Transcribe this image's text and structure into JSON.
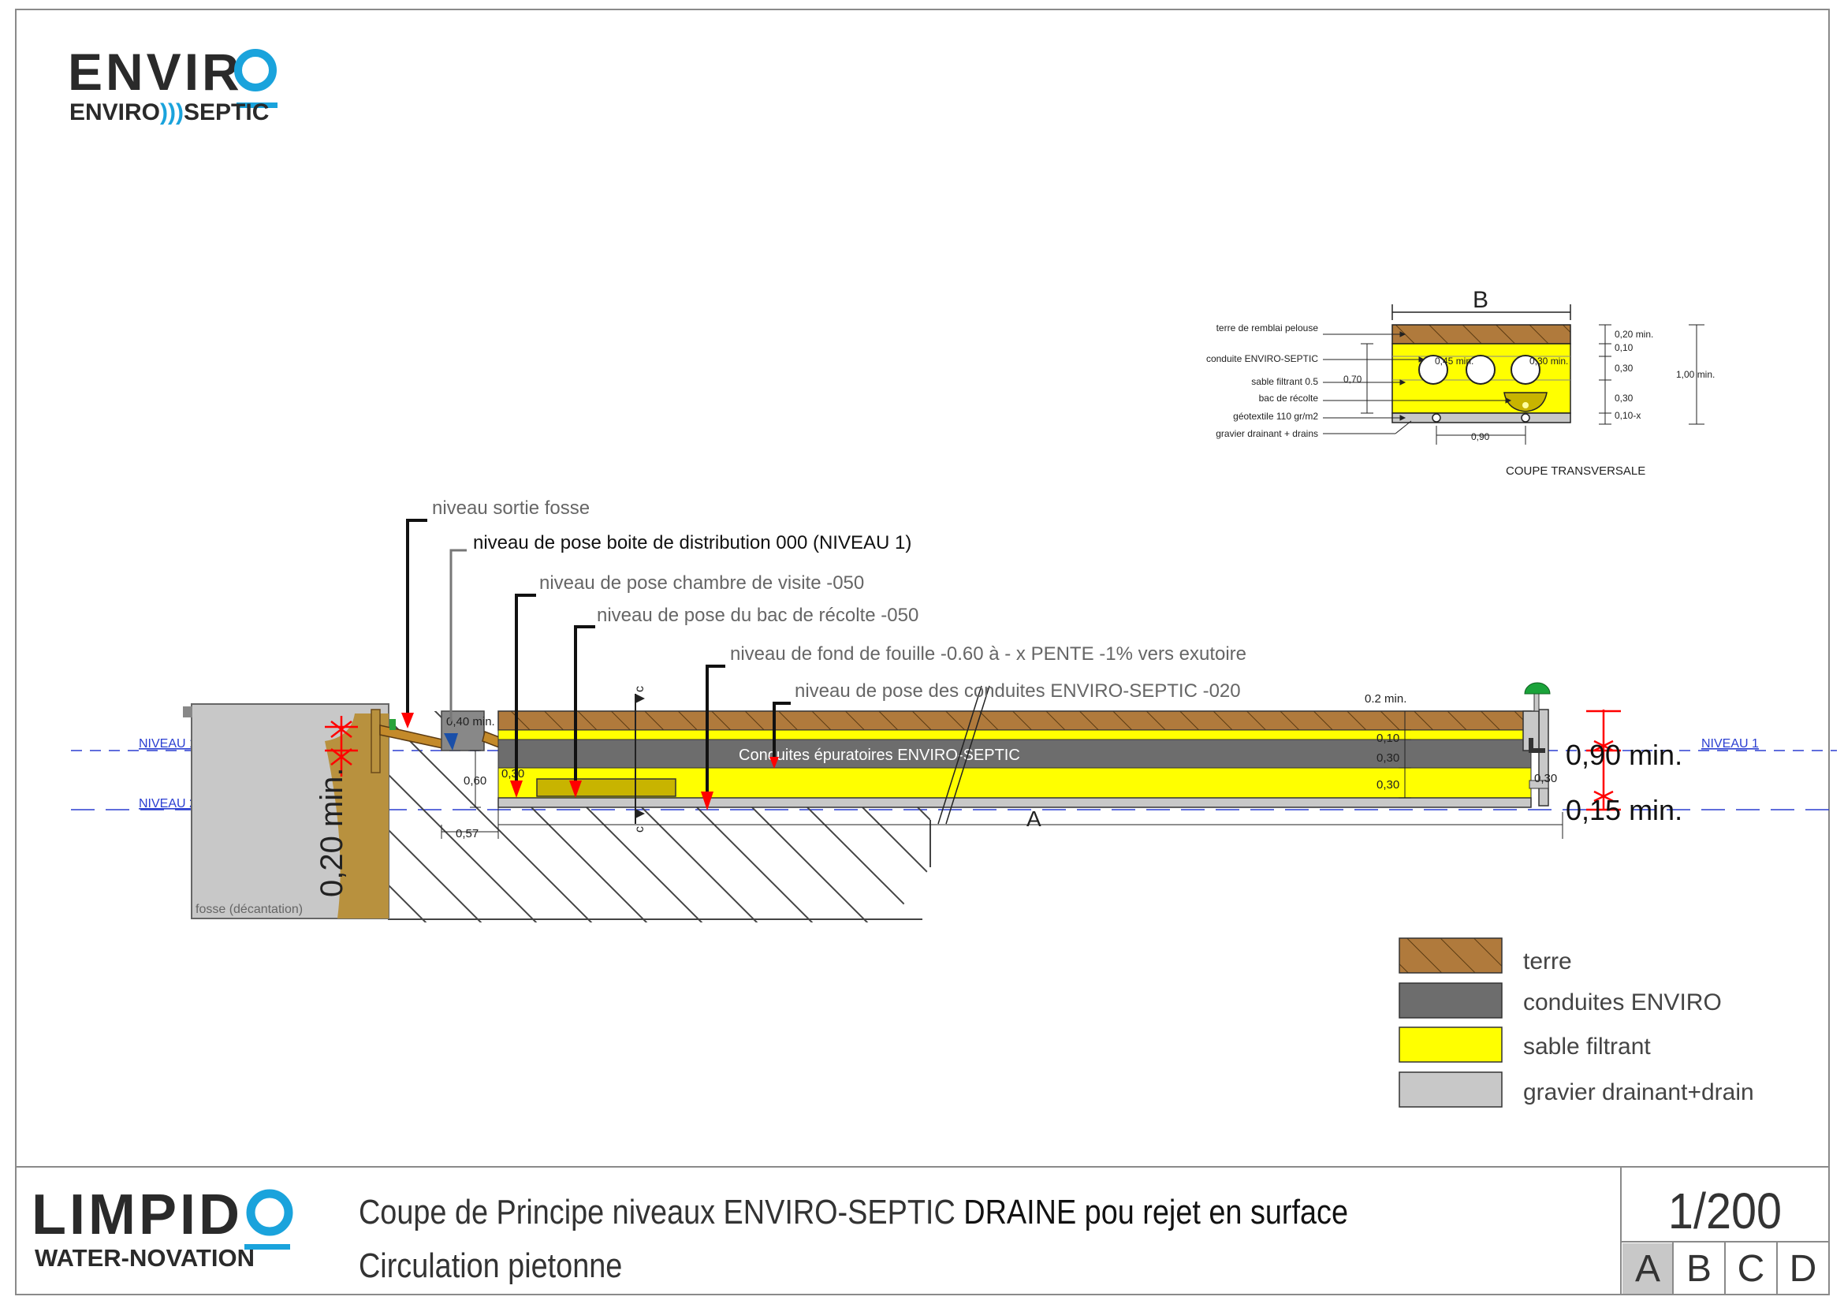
{
  "header": {
    "logo_main": "ENVIR",
    "logo_sub": "ENVIRO",
    "logo_sub_mark": ")))",
    "logo_sub_end": "SEPTIC"
  },
  "footer": {
    "logo_main": "LIMPID",
    "logo_sub": "WATER-NOVATION",
    "title_line1_a": "Coupe de Principe niveaux ENVIRO-SEPTIC ",
    "title_line1_b": "DRAINE pou rejet en surface",
    "title_line2": "Circulation pietonne",
    "scale": "1/200",
    "sheets": [
      "A",
      "B",
      "C",
      "D"
    ],
    "active_sheet": "A"
  },
  "level_labels": {
    "sortie_fosse": "niveau sortie fosse",
    "boite_distribution": "niveau de pose boite de distribution   000  (NIVEAU 1)",
    "chambre_visite": "niveau de pose chambre de visite   -050",
    "bac_recolte": "niveau de pose du bac de récolte  -050",
    "fond_fouille": "niveau de fond de fouille -0.60  à - x   PENTE -1% vers exutoire",
    "conduites": "niveau de pose des conduites ENVIRO-SEPTIC   -020"
  },
  "section": {
    "niveau1": "NIVEAU 1",
    "niveau2": "NIVEAU 2",
    "conduites_label": "Conduites épuratoires ENVIRO-SEPTIC",
    "fosse_label": "fosse (décantation)",
    "dim_040": "0,40 min.",
    "dim_030_left": "0,30",
    "dim_060": "0,60",
    "dim_057": "0,57",
    "dim_a": "A",
    "cut_c": "c",
    "dim_02_min": "0.2 min.",
    "dim_010": "0,10",
    "dim_030_a": "0,30",
    "dim_030_b": "0,30",
    "dim_030_right": "0,30",
    "big_020": "0,20 min.",
    "big_090": "0,90 min.",
    "big_015": "0,15 min."
  },
  "transversal": {
    "title": "COUPE TRANSVERSALE",
    "dim_b": "B",
    "labels": [
      "terre de remblai pelouse",
      "conduite ENVIRO-SEPTIC",
      "sable filtrant 0.5",
      "bac de récolte",
      "géotextile 110 gr/m2",
      "gravier drainant + drains"
    ],
    "dim_070": "0,70",
    "dim_045": "0,45 min.",
    "dim_030min": "0,30 min.",
    "dim_090": "0,90",
    "right_dims": [
      "0,20 min.",
      "0,10",
      "0,30",
      "0,30",
      "0,10-x"
    ],
    "dim_100": "1,00 min."
  },
  "legend": [
    {
      "label": "terre",
      "color": "#b07a3c"
    },
    {
      "label": "conduites ENVIRO",
      "color": "#6d6d6d"
    },
    {
      "label": "sable filtrant",
      "color": "#ffff00"
    },
    {
      "label": "gravier drainant+drain",
      "color": "#c8c8c8"
    }
  ],
  "colors": {
    "brand_blue": "#1aa3dc",
    "soil": "#b07a3c",
    "pipes": "#6d6d6d",
    "sand": "#ffff00",
    "gravel": "#c8c8c8",
    "level_line": "#2b3fd1",
    "arrow_red": "#ff0000"
  }
}
